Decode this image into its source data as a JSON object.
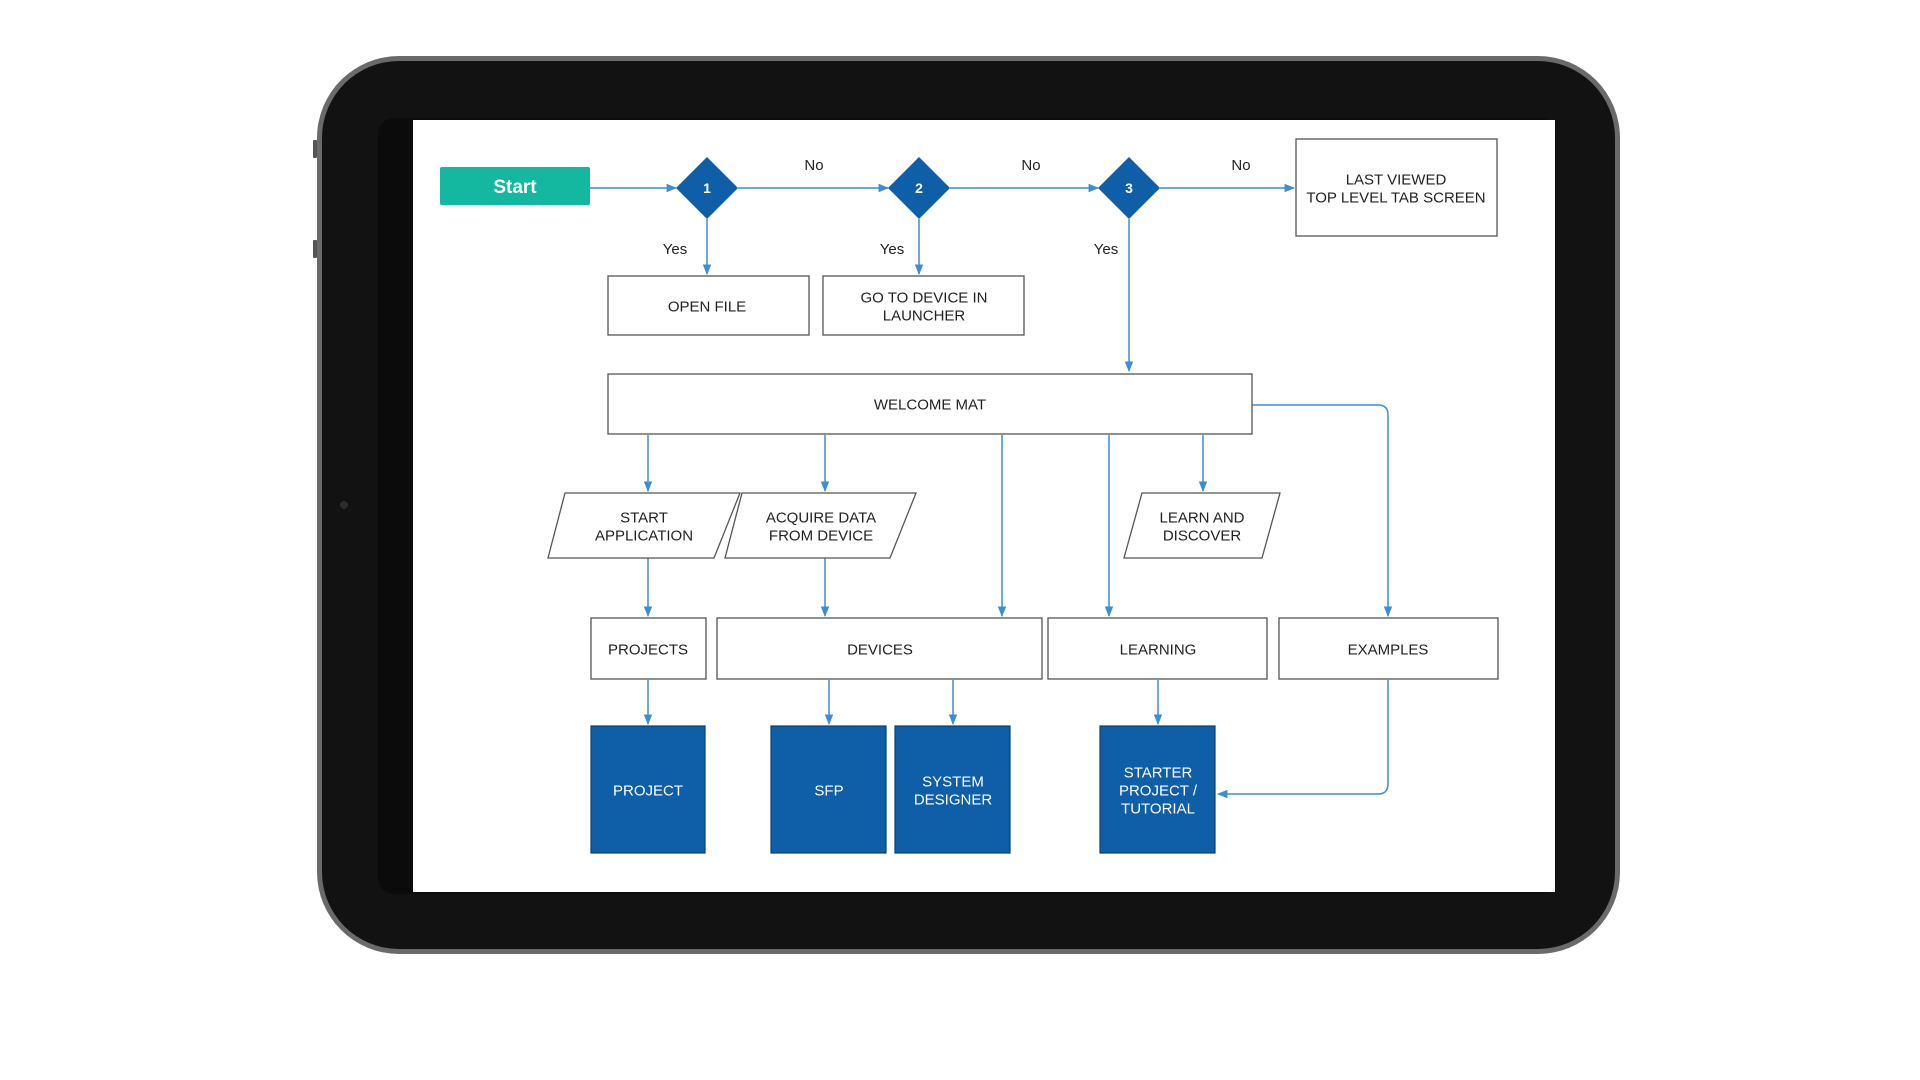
{
  "start": {
    "label": "Start"
  },
  "decisions": [
    {
      "id": "d1",
      "label": "1"
    },
    {
      "id": "d2",
      "label": "2"
    },
    {
      "id": "d3",
      "label": "3"
    }
  ],
  "branch_labels": {
    "no": "No",
    "yes": "Yes"
  },
  "boxes": {
    "last_viewed": [
      "LAST VIEWED",
      "TOP LEVEL TAB SCREEN"
    ],
    "open_file": [
      "OPEN FILE"
    ],
    "go_to_device": [
      "GO TO DEVICE IN",
      "LAUNCHER"
    ],
    "welcome_mat": [
      "WELCOME MAT"
    ],
    "projects": [
      "PROJECTS"
    ],
    "devices": [
      "DEVICES"
    ],
    "learning": [
      "LEARNING"
    ],
    "examples": [
      "EXAMPLES"
    ]
  },
  "parallelograms": {
    "start_application": [
      "START",
      "APPLICATION"
    ],
    "acquire_data": [
      "ACQUIRE DATA",
      "FROM DEVICE"
    ],
    "learn_discover": [
      "LEARN AND",
      "DISCOVER"
    ]
  },
  "outcomes": {
    "project": [
      "PROJECT"
    ],
    "sfp": [
      "SFP"
    ],
    "system_designer": [
      "SYSTEM",
      "DESIGNER"
    ],
    "starter": [
      "STARTER",
      "PROJECT /",
      "TUTORIAL"
    ]
  },
  "colors": {
    "start_fill": "#14b8a0",
    "decision_fill": "#0e5ea8",
    "outcome_fill": "#0e5ea8",
    "connector": "#3b8ed3",
    "box_stroke": "#555555",
    "tablet_frame": "#121212",
    "tablet_bezel": "#5d5d5d"
  }
}
